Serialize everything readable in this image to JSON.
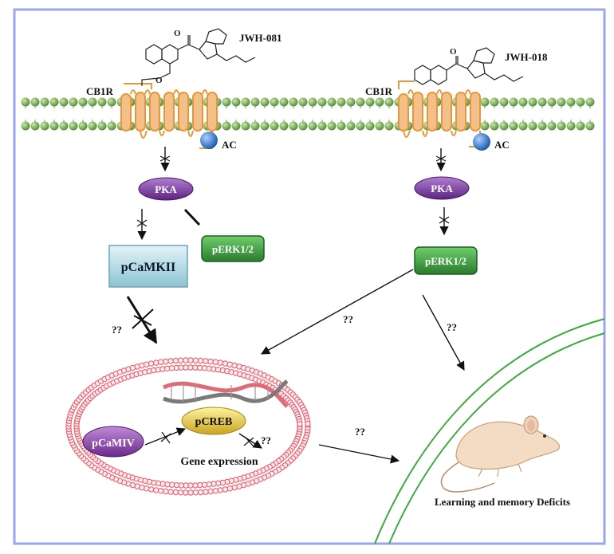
{
  "colors": {
    "frame": "#9aa6ee",
    "membrane_head": "#6fa845",
    "receptor": "#f3a85a",
    "pka": "#7d3ca0",
    "perk": "#2f8b3a",
    "camk": "#b8dde6",
    "nucleus": "#e25a6a",
    "creb": "#e6c63a",
    "cell": "#3eaa3e",
    "ac": "#3a7fd0"
  },
  "left_pathway": {
    "compound": "JWH-081",
    "receptor": "CB1R",
    "enzyme": "AC",
    "kinase": "PKA",
    "erk": "pERK1/2",
    "camkii": "pCaMKII",
    "unknown": "??"
  },
  "right_pathway": {
    "compound": "JWH-018",
    "receptor": "CB1R",
    "enzyme": "AC",
    "kinase": "PKA",
    "erk": "pERK1/2",
    "unknown_nucleus": "??",
    "unknown_cell": "??"
  },
  "nucleus": {
    "camkiv": "pCaMIV",
    "creb": "pCREB",
    "gene_expression": "Gene expression",
    "unknown_gene": "??",
    "unknown_outcome": "??"
  },
  "outcome": {
    "label": "Learning and memory Deficits"
  }
}
